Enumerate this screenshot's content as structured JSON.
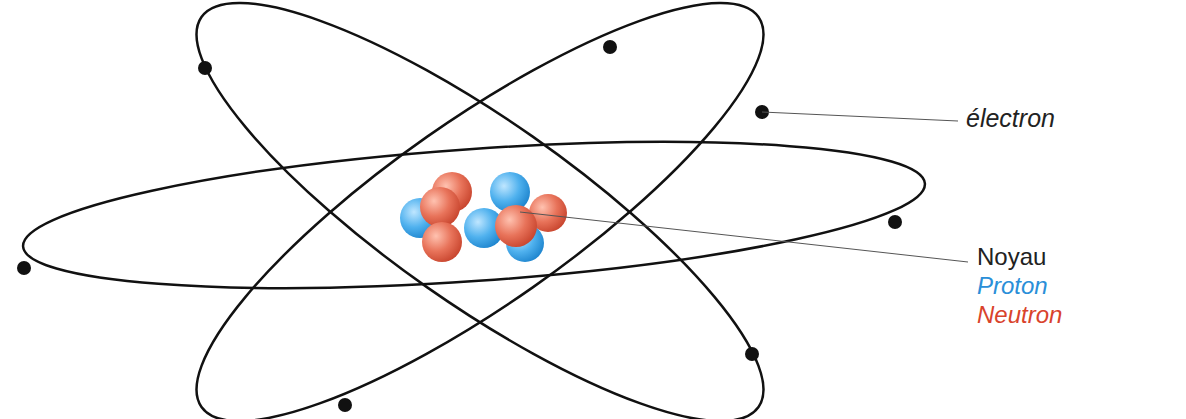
{
  "diagram": {
    "labels": [
      "électron",
      "Noyau",
      "Proton",
      "Neutron"
    ]
  }
}
